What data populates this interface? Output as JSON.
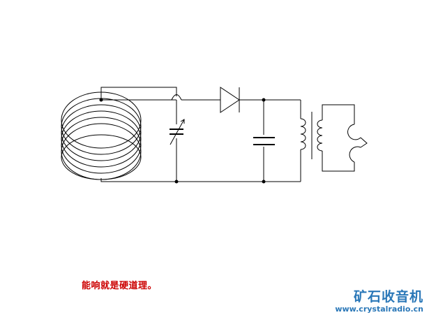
{
  "caption": "能响就是硬道理。",
  "watermark": {
    "name": "矿石收音机",
    "url": "www.crystalradio.cn"
  },
  "colors": {
    "caption": "#cc0000",
    "watermark": "#2b78b8",
    "wire": "#000000",
    "background": "#ffffff"
  },
  "components": [
    "loop-antenna",
    "variable-capacitor",
    "diode",
    "capacitor",
    "audio-transformer",
    "headphones"
  ]
}
